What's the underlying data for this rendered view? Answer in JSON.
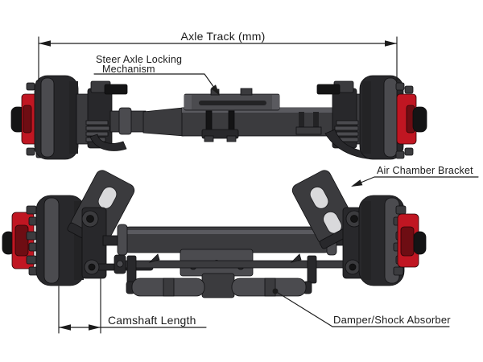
{
  "diagram": {
    "type": "technical-illustration",
    "subject": "Steer axle assembly, two CAD views with callouts",
    "labels": {
      "axle_track": "Axle Track (mm)",
      "steer_lock_line1": "Steer Axle Locking",
      "steer_lock_line2": "Mechanism",
      "air_chamber_bracket": "Air Chamber Bracket",
      "camshaft_length": "Camshaft Length",
      "damper": "Damper/Shock Absorber"
    },
    "colors": {
      "background": "#ffffff",
      "annotation": "#1c1c1c",
      "hub_red": "#c01622",
      "hub_red_dark": "#6e0d13",
      "metal_darkest": "#141415",
      "metal_dark": "#28282b",
      "metal_mid": "#3b3b3e",
      "metal_light": "#4b4b4f",
      "metal_highlight": "#5a5a5f",
      "bracket_hole": "#d9d9db"
    }
  }
}
